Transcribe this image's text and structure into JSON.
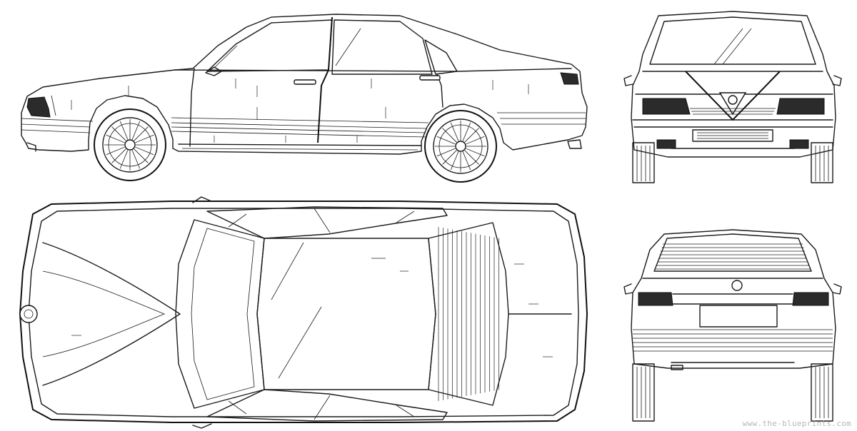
{
  "watermark": "www.the-blueprints.com",
  "views": {
    "side": "side-view",
    "front": "front-view",
    "top": "top-view",
    "rear": "rear-view"
  },
  "colors": {
    "ink": "#1a1a1a",
    "paper": "#ffffff",
    "watermark": "#b8b8b8"
  }
}
